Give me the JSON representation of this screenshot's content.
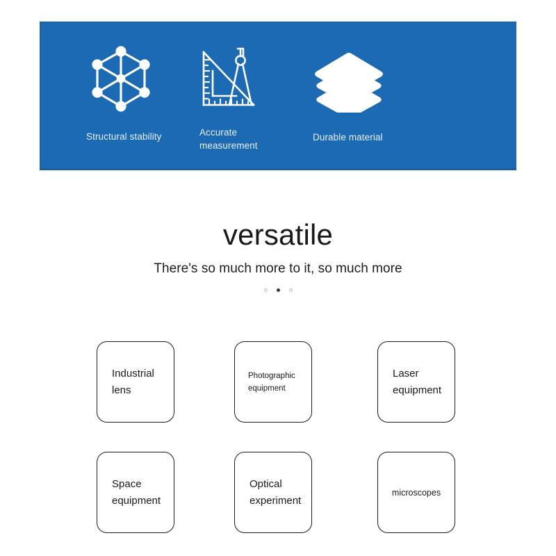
{
  "theme": {
    "banner_blue": "#1b6ab3",
    "banner_label_color": "#e8eff7",
    "text_color": "#1a1a1a",
    "card_border_color": "#191919",
    "dot_active_color": "#3a3a3a",
    "dot_inactive_color": "#b9b9b9",
    "page_background": "#ffffff"
  },
  "banner": {
    "features": [
      {
        "label": "Structural stability",
        "icon": "cube-lattice-icon"
      },
      {
        "label": "Accurate\nmeasurement",
        "icon": "ruler-compass-icon"
      },
      {
        "label": "Durable material",
        "icon": "stacked-layers-icon"
      }
    ]
  },
  "headline": {
    "title": "versatile",
    "subtitle": "There's so much more to it, so much more"
  },
  "carousel": {
    "dots": [
      {
        "state": "inactive"
      },
      {
        "state": "active"
      },
      {
        "state": "inactive"
      }
    ],
    "active_index": 1,
    "total": 3
  },
  "cards": [
    {
      "label": "Industrial\nlens",
      "style": "large-left"
    },
    {
      "label": "Photographic\nequipment",
      "style": "small-left"
    },
    {
      "label": "Laser\nequipment",
      "style": "large-left"
    },
    {
      "label": "Space\nequipment",
      "style": "large-left"
    },
    {
      "label": "Optical\nexperiment",
      "style": "large-left"
    },
    {
      "label": "microscopes",
      "style": "mid-center"
    }
  ],
  "watermark": {
    "text": "          "
  }
}
